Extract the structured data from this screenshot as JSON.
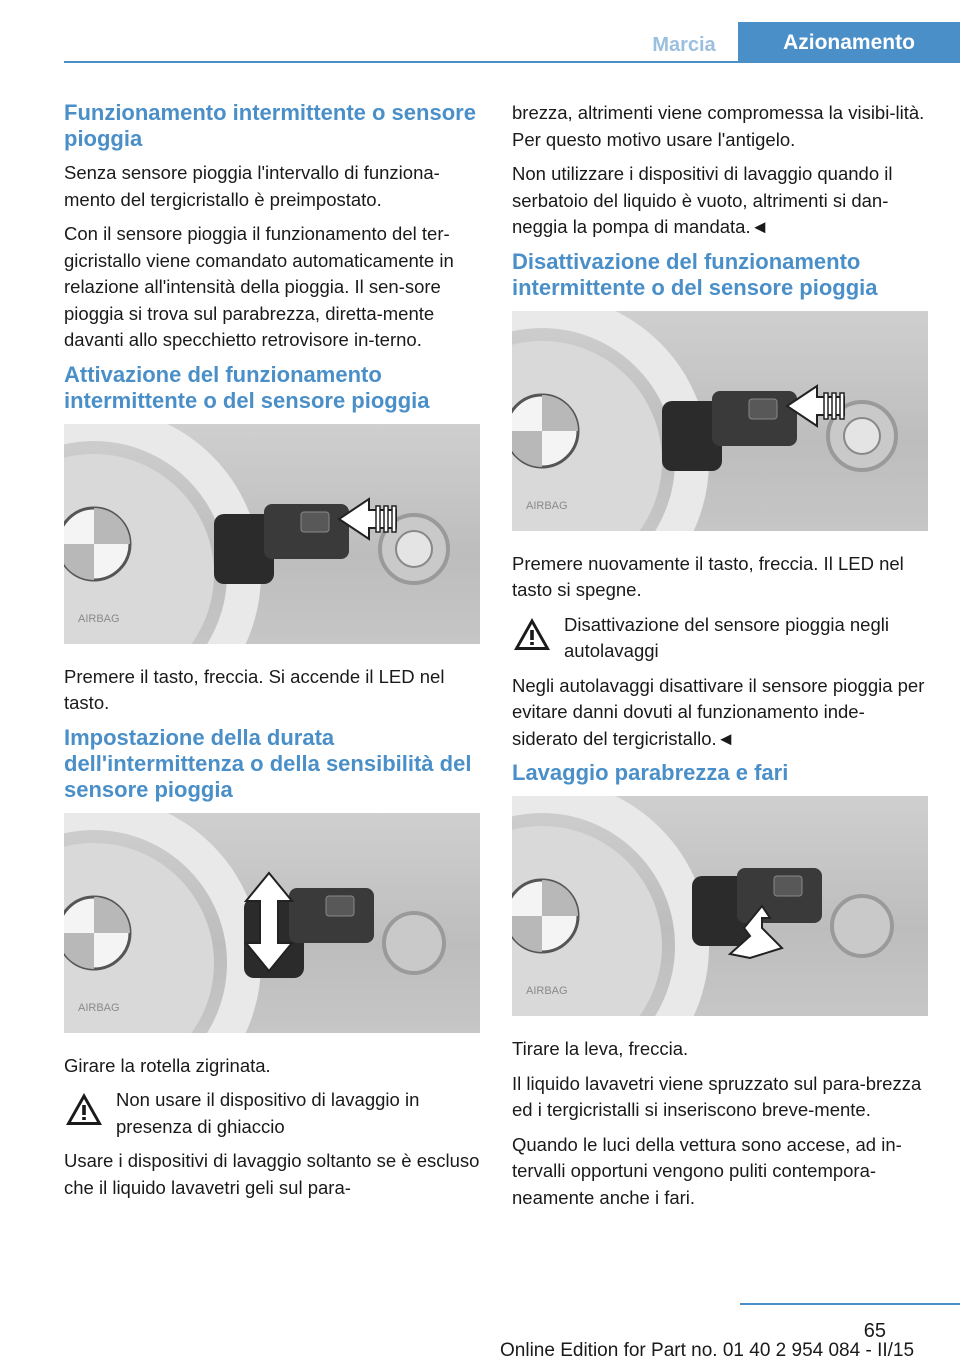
{
  "header": {
    "section": "Marcia",
    "chapter": "Azionamento"
  },
  "left": {
    "h1": "Funzionamento intermittente o sensore pioggia",
    "p1": "Senza sensore pioggia l'intervallo di funziona‐mento del tergicristallo è preimpostato.",
    "p2": "Con il sensore pioggia il funzionamento del ter‐gicristallo viene comandato automaticamente in relazione all'intensità della pioggia. Il sen‐sore pioggia si trova sul parabrezza, diretta‐mente davanti allo specchietto retrovisore in‐terno.",
    "h2": "Attivazione del funzionamento intermittente o del sensore pioggia",
    "fig1_label": "AIRBAG",
    "p3": "Premere il tasto, freccia. Si accende il LED nel tasto.",
    "h3": "Impostazione della durata dell'intermittenza o della sensibilità del sensore pioggia",
    "fig2_label": "AIRBAG",
    "p4": "Girare la rotella zigrinata.",
    "warn1_title": "Non usare il dispositivo di lavaggio in presenza di ghiaccio",
    "p5": "Usare i dispositivi di lavaggio soltanto se è escluso che il liquido lavavetri geli sul para‐"
  },
  "right": {
    "p1": "brezza, altrimenti viene compromessa la visibi‐lità. Per questo motivo usare l'antigelo.",
    "p2": "Non utilizzare i dispositivi di lavaggio quando il serbatoio del liquido è vuoto, altrimenti si dan‐neggia la pompa di mandata.◄",
    "h1": "Disattivazione del funzionamento intermittente o del sensore pioggia",
    "fig1_label": "AIRBAG",
    "p3": "Premere nuovamente il tasto, freccia. Il LED nel tasto si spegne.",
    "warn1_title": "Disattivazione del sensore pioggia negli autolavaggi",
    "p4": "Negli autolavaggi disattivare il sensore pioggia per evitare danni dovuti al funzionamento inde‐siderato del tergicristallo.◄",
    "h2": "Lavaggio parabrezza e fari",
    "fig2_label": "AIRBAG",
    "p5": "Tirare la leva, freccia.",
    "p6": "Il liquido lavavetri viene spruzzato sul para‐brezza ed i tergicristalli si inseriscono breve‐mente.",
    "p7": "Quando le luci della vettura sono accese, ad in‐tervalli opportuni vengono puliti contempora‐neamente anche i fari."
  },
  "footer": {
    "page_number": "65",
    "edition": "Online Edition for Part no. 01 40 2 954 084 - II/15"
  }
}
